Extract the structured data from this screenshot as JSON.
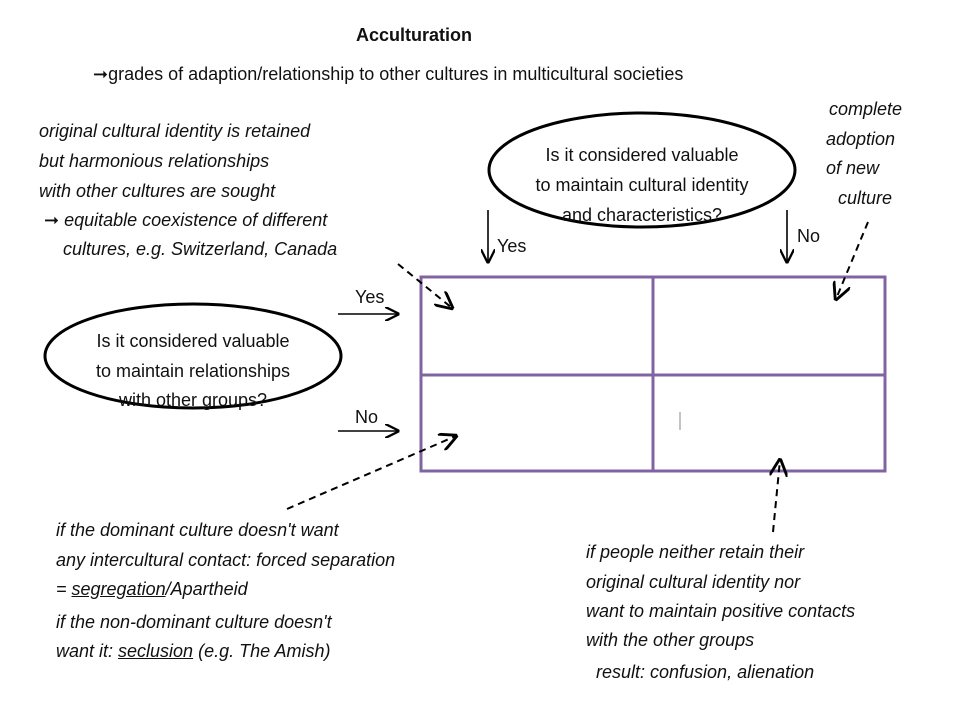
{
  "title": "Acculturation",
  "subtitle": {
    "arrow": "➞",
    "text": "grades of adaption/relationship to other cultures in multicultural societies"
  },
  "question_top": {
    "lines": [
      "Is it considered valuable",
      "to maintain cultural identity",
      "and characteristics?"
    ],
    "yes": "Yes",
    "no": "No"
  },
  "question_left": {
    "lines": [
      "Is it considered valuable",
      "to maintain relationships",
      "with other groups?"
    ],
    "yes": "Yes",
    "no": "No"
  },
  "integration_note": {
    "lines": [
      "original cultural identity is retained",
      "but harmonious relationships",
      "with other cultures are sought",
      "equitable coexistence of different",
      "cultures, e.g. Switzerland, Canada"
    ],
    "arrow": "➞"
  },
  "assimilation_note": {
    "lines": [
      "complete",
      "adoption",
      "of new",
      "culture"
    ]
  },
  "separation_note": {
    "line1": "if the dominant culture doesn't want",
    "line2": "any intercultural contact: forced separation",
    "line3_prefix": "= ",
    "line3_underlined": "segregation",
    "line3_suffix": "/Apartheid",
    "line4": "if the non-dominant culture doesn't",
    "line5_prefix": "want it: ",
    "line5_underlined": "seclusion",
    "line5_suffix": " (e.g. The Amish)"
  },
  "marginalization_note": {
    "lines": [
      "if people neither retain their",
      "original cultural identity nor",
      "want to maintain positive contacts",
      "with the other groups"
    ],
    "result": "result: confusion, alienation"
  },
  "colors": {
    "grid": "#8064a2",
    "ink": "#000000"
  }
}
